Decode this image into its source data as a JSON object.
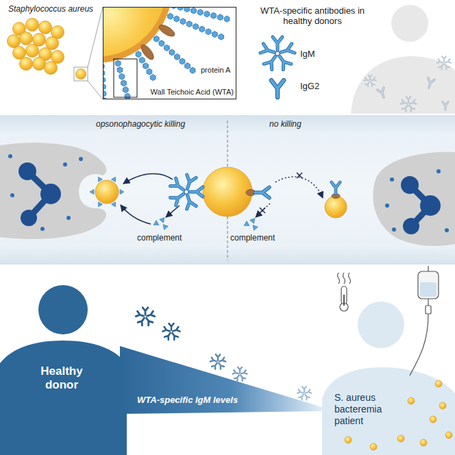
{
  "diagram": {
    "nodes": [
      {
        "text": [
          "protein A",
          "Wall Teichoic Acid (WTA)"
        ]
      },
      {
        "text": [
          "opsonophagocytic killing",
          "no killing",
          "complement",
          "complement"
        ]
      },
      {
        "text": [
          "Healthy donor"
        ]
      },
      {
        "text": [
          "WTA-specific IgM levels"
        ]
      },
      {
        "text": [
          "S. aureus bacteremia patient"
        ]
      }
    ],
    "labels": [
      "Staphylococcus aureus",
      "WTA-specific antibodies in healthy donors",
      "IgM",
      "IgG2"
    ]
  }
}
